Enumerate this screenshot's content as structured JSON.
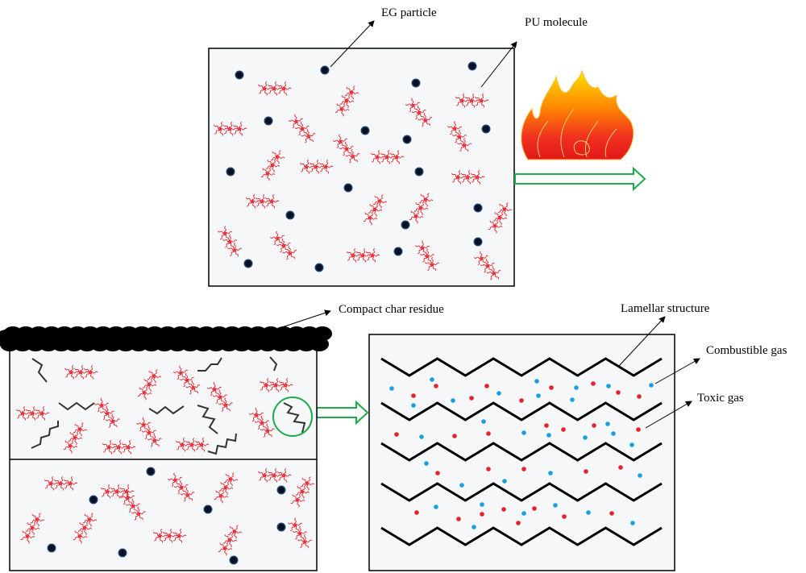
{
  "labels": {
    "eg_particle": "EG particle",
    "pu_molecule": "PU molecule",
    "char_residue": "Compact char residue",
    "lamellar": "Lamellar structure",
    "combustible_gas": "Combustible gas",
    "toxic_gas": "Toxic gas"
  },
  "colors": {
    "panel_bg": "#f5f7f9",
    "pu_molecule": "#e8202a",
    "eg_particle": "#0a0f1e",
    "eg_particle_rim": "#2a5a9a",
    "arrow_green": "#1faa4a",
    "combustible_gas": "#1aa0e0",
    "toxic_gas": "#e8202a",
    "char": "#000000"
  },
  "icons": {
    "flame": "flame-icon",
    "transition_arrow": "hollow-right-arrow"
  }
}
